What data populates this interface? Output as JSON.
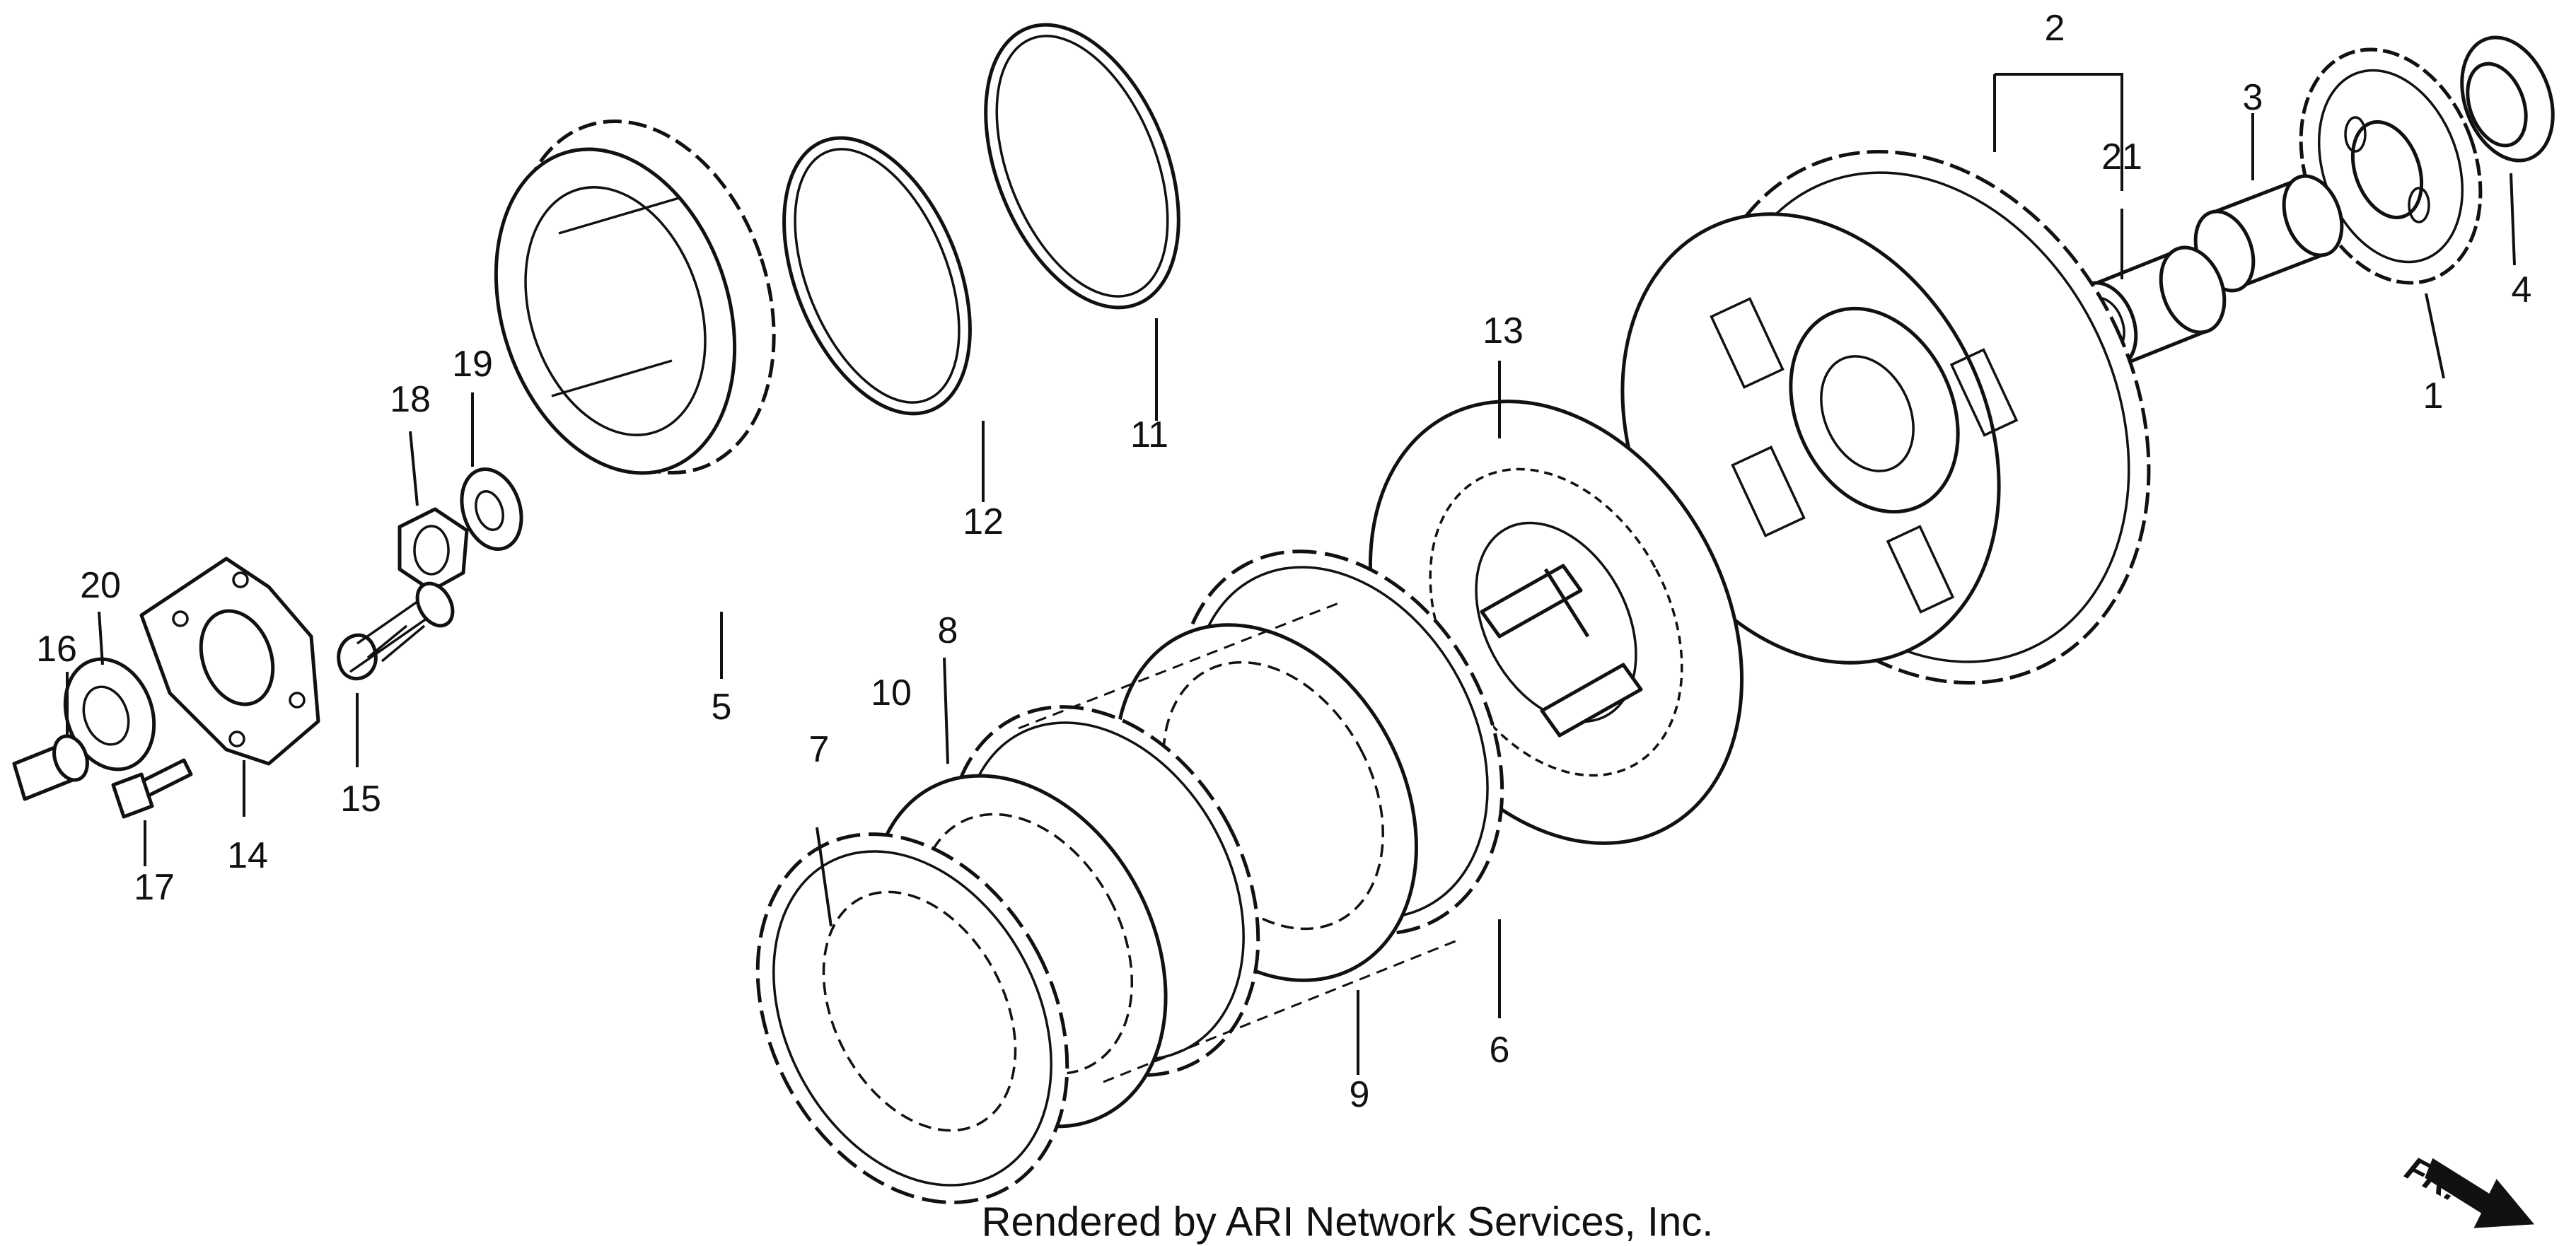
{
  "credit": "Rendered by ARI Network Services, Inc.",
  "direction_marker": "FR.",
  "callouts": {
    "c1": "1",
    "c2": "2",
    "c3": "3",
    "c4": "4",
    "c5": "5",
    "c6": "6",
    "c7": "7",
    "c8": "8",
    "c9": "9",
    "c10": "10",
    "c11": "11",
    "c12": "12",
    "c13": "13",
    "c14": "14",
    "c15": "15",
    "c16": "16",
    "c17": "17",
    "c18": "18",
    "c19": "19",
    "c20": "20",
    "c21": "21"
  },
  "icons": {
    "direction": "arrow-down-right-icon"
  }
}
